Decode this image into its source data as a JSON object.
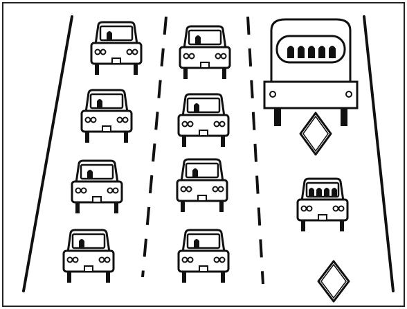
{
  "scene": {
    "lanes": {
      "left": [
        "car",
        "car",
        "car",
        "car"
      ],
      "middle": [
        "car",
        "car",
        "car",
        "car"
      ],
      "right": [
        "bus",
        "diamond-marker",
        "carpool-car",
        "diamond-marker"
      ]
    },
    "lane_dividers": [
      "solid",
      "dashed",
      "dashed",
      "solid"
    ],
    "icons": {
      "car": "car-icon",
      "bus": "bus-icon",
      "carpool_car": "carpool-car-icon",
      "diamond": "diamond-marker-icon"
    },
    "colors": {
      "stroke": "#111111",
      "fill": "#ffffff",
      "frame": "#222222"
    }
  }
}
